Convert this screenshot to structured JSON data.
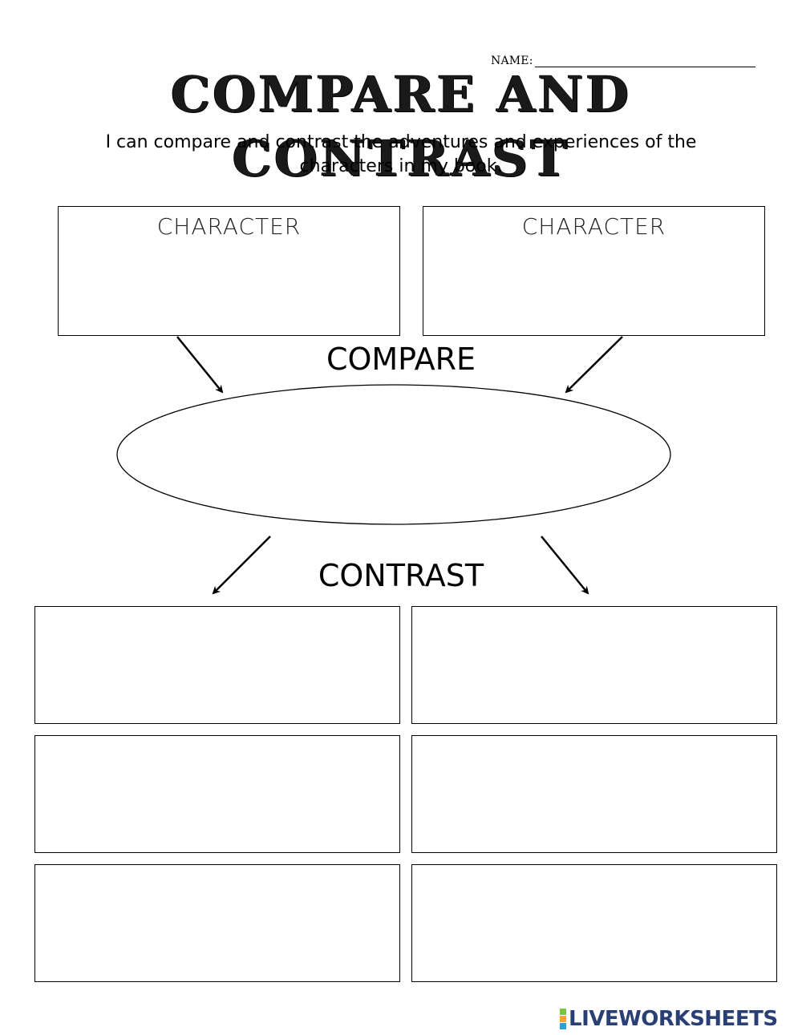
{
  "header": {
    "name_label": "NAME:",
    "title": "COMPARE AND CONTRAST"
  },
  "objective": "I can compare and contrast the adventures and experiences of the characters in my book.",
  "characters": [
    {
      "label": "CHARACTER"
    },
    {
      "label": "CHARACTER"
    }
  ],
  "compare_label": "COMPARE",
  "contrast_label": "CONTRAST",
  "footer": {
    "brand": "LIVEWORKSHEETS",
    "logo_colors": [
      "#7dc242",
      "#f5a623",
      "#2b9fd9"
    ]
  }
}
